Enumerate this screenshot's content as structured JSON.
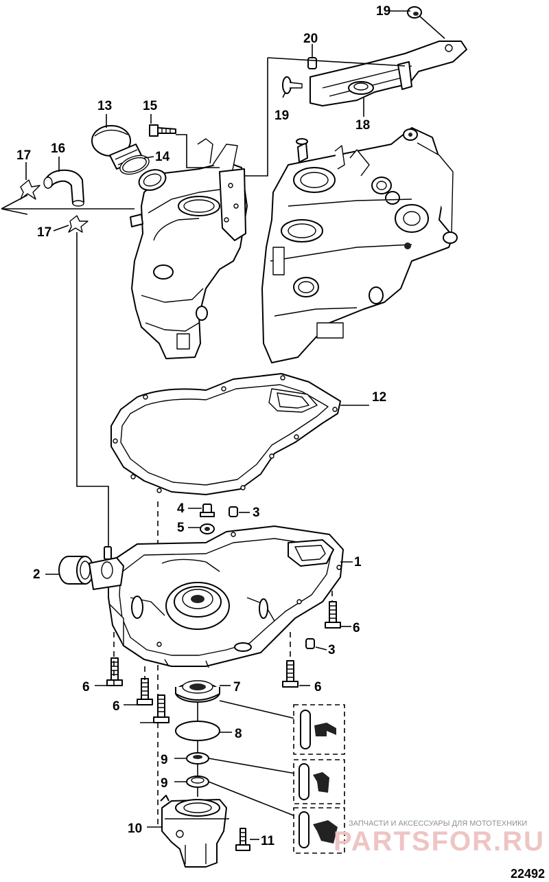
{
  "callouts": [
    {
      "label": "19"
    },
    {
      "label": "20"
    },
    {
      "label": "19"
    },
    {
      "label": "18"
    },
    {
      "label": "13"
    },
    {
      "label": "15"
    },
    {
      "label": "14"
    },
    {
      "label": "17"
    },
    {
      "label": "16"
    },
    {
      "label": "17"
    },
    {
      "label": "12"
    },
    {
      "label": "4"
    },
    {
      "label": "3"
    },
    {
      "label": "5"
    },
    {
      "label": "1"
    },
    {
      "label": "2"
    },
    {
      "label": "6"
    },
    {
      "label": "3"
    },
    {
      "label": "6"
    },
    {
      "label": "6"
    },
    {
      "label": "6"
    },
    {
      "label": "7"
    },
    {
      "label": "8"
    },
    {
      "label": "9"
    },
    {
      "label": "9"
    },
    {
      "label": "10"
    },
    {
      "label": "11"
    }
  ],
  "reference_number": "22492",
  "watermark": {
    "tagline": "ЗАПЧАСТИ И АКСЕССУАРЫ ДЛЯ МОТОТЕХНИКИ",
    "brand": "PARTSFOR.RU"
  }
}
